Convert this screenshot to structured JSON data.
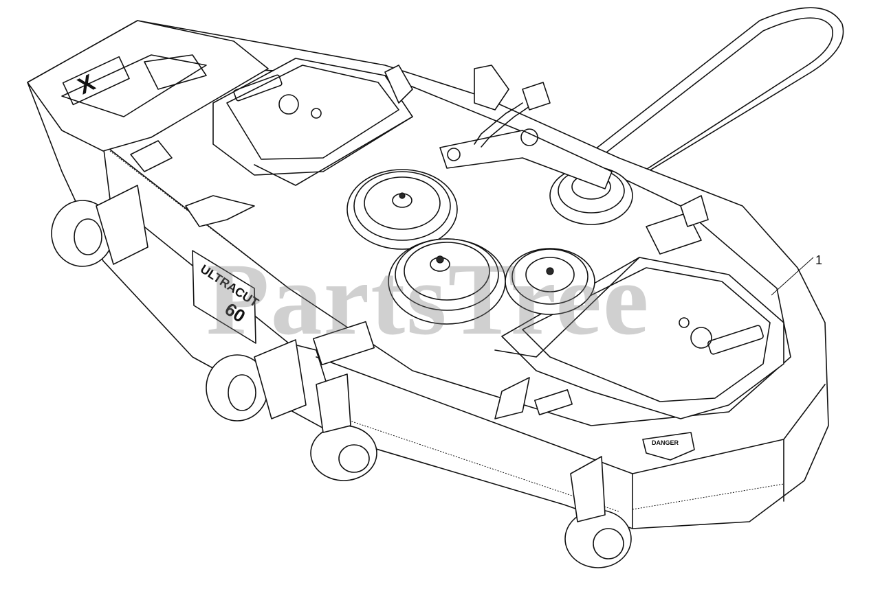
{
  "diagram": {
    "watermark": "PartsTree",
    "callouts": [
      {
        "number": "1"
      }
    ],
    "deck_decal": {
      "line1": "ULTRACUT",
      "size": "60"
    },
    "brand_logo": "X",
    "warning_label": "DANGER"
  }
}
